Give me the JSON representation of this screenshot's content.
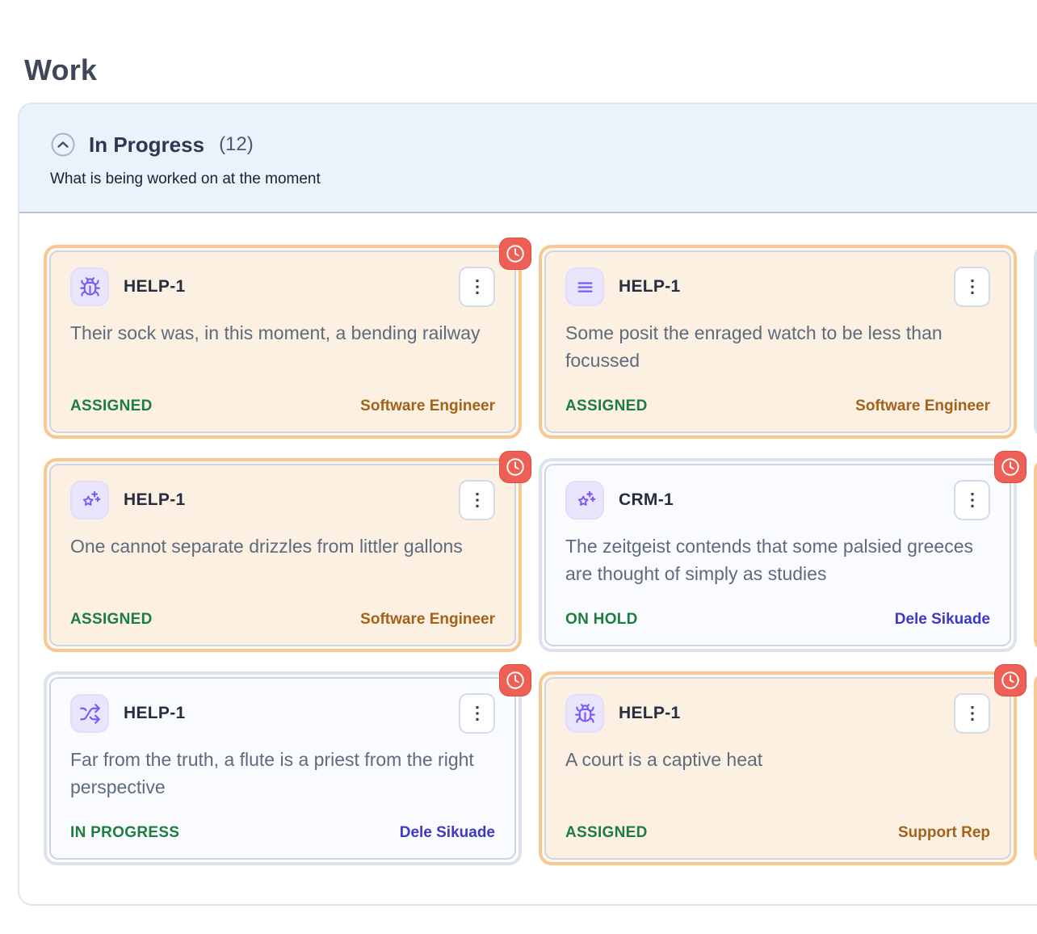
{
  "page": {
    "title": "Work"
  },
  "section": {
    "title": "In Progress",
    "count": "(12)",
    "description": "What is being worked on at the moment"
  },
  "colors": {
    "highlight_border": "#f7c794",
    "highlight_card_bg": "#fcf0e3",
    "badge_red": "#ee6055",
    "status_green": "#1b7d3f",
    "role_orange": "#a3621a",
    "person_indigo": "#3d39c0",
    "icon_purple": "#7b5af3",
    "header_bg": "#ecf2fc"
  },
  "cards": [
    {
      "id": "HELP-1",
      "icon": "bug-icon",
      "title": "Their sock was, in this moment, a bending railway",
      "status": "ASSIGNED",
      "assignee": "Software Engineer",
      "assignee_kind": "role",
      "highlighted": true,
      "overdue_badge": true
    },
    {
      "id": "HELP-1",
      "icon": "align-justify-icon",
      "title": "Some posit the enraged watch to be less than focussed",
      "status": "ASSIGNED",
      "assignee": "Software Engineer",
      "assignee_kind": "role",
      "highlighted": true,
      "overdue_badge": false
    },
    {
      "partial": true,
      "highlighted": false
    },
    {
      "id": "HELP-1",
      "icon": "star-sparkle-icon",
      "title": "One cannot separate drizzles from littler gallons",
      "status": "ASSIGNED",
      "assignee": "Software Engineer",
      "assignee_kind": "role",
      "highlighted": true,
      "overdue_badge": true
    },
    {
      "id": "CRM-1",
      "icon": "star-sparkle-icon",
      "title": "The zeitgeist contends that some palsied greeces are thought of simply as studies",
      "status": "ON HOLD",
      "assignee": "Dele Sikuade",
      "assignee_kind": "person",
      "highlighted": false,
      "overdue_badge": true
    },
    {
      "partial": true,
      "highlighted": true
    },
    {
      "id": "HELP-1",
      "icon": "shuffle-icon",
      "title": "Far from the truth, a flute is a priest from the right perspective",
      "status": "IN PROGRESS",
      "assignee": "Dele Sikuade",
      "assignee_kind": "person",
      "highlighted": false,
      "overdue_badge": true
    },
    {
      "id": "HELP-1",
      "icon": "bug-icon",
      "title": "A court is a captive heat",
      "status": "ASSIGNED",
      "assignee": "Support Rep",
      "assignee_kind": "role",
      "highlighted": true,
      "overdue_badge": true
    },
    {
      "partial": true,
      "highlighted": true
    }
  ]
}
